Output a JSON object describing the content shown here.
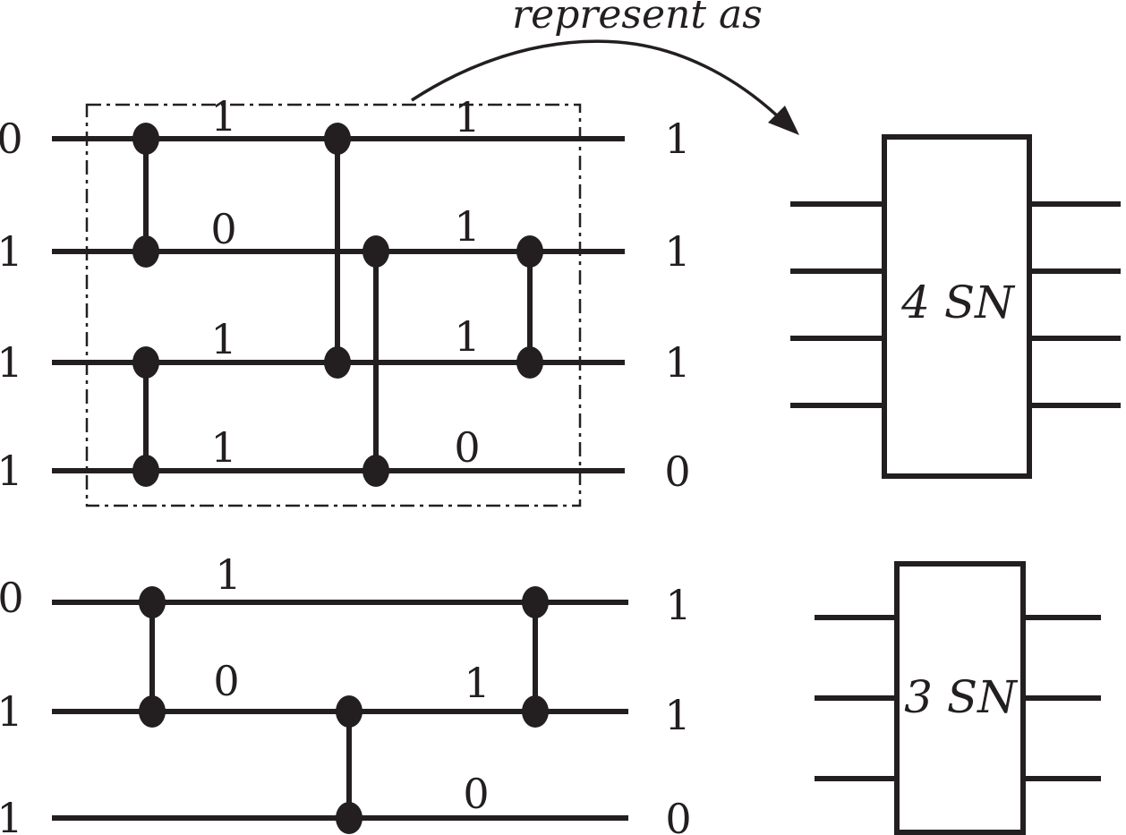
{
  "colors": {
    "ink": "#231f20",
    "paper": "#ffffff"
  },
  "annotation": {
    "label": "represent as"
  },
  "top_network": {
    "wire_count": 4,
    "inputs": [
      "0",
      "1",
      "1",
      "1"
    ],
    "stage1_labels": [
      "1",
      "0",
      "1",
      "1"
    ],
    "stage2_labels": [
      "1",
      "1",
      "1",
      "0"
    ],
    "outputs": [
      "1",
      "1",
      "1",
      "0"
    ],
    "comparator_wire_pairs": [
      [
        1,
        2
      ],
      [
        3,
        4
      ],
      [
        1,
        3
      ],
      [
        2,
        4
      ],
      [
        2,
        3
      ]
    ]
  },
  "bottom_network": {
    "wire_count": 3,
    "inputs": [
      "0",
      "1",
      "1"
    ],
    "stage1_labels": [
      "1",
      "0"
    ],
    "stage2_labels": [
      "1",
      "0"
    ],
    "outputs": [
      "1",
      "1",
      "0"
    ],
    "comparator_wire_pairs": [
      [
        1,
        2
      ],
      [
        2,
        3
      ],
      [
        1,
        2
      ]
    ]
  },
  "blocks": {
    "top": {
      "label": "4 SN"
    },
    "bottom": {
      "label": "3 SN"
    }
  }
}
